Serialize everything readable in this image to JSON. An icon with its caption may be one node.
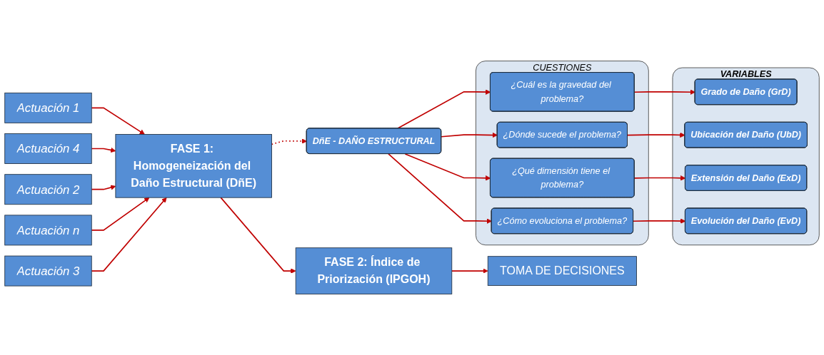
{
  "diagram": {
    "nodes": [
      {
        "text": [
          "Actuación 1"
        ]
      },
      {
        "text": [
          "Actuación 2"
        ]
      },
      {
        "text": [
          "Actuación 3"
        ]
      },
      {
        "text": [
          "Actuación 4"
        ]
      },
      {
        "text": [
          "Actuación n"
        ]
      },
      {
        "text": [
          "FASE 1: Homogeneización del Daño Estructural (DñE)"
        ]
      },
      {
        "text": [
          "FASE 2: Índice de Priorización (IPGOH)"
        ]
      },
      {
        "text": [
          "TOMA DE DECISIONES"
        ]
      },
      {
        "text": [
          "DñE - DAÑO ESTRUCTURAL"
        ]
      },
      {
        "text": [
          "CUESTIONES"
        ]
      },
      {
        "text": [
          "¿Cuál es la gravedad del problema?"
        ],
        "in": 9
      },
      {
        "text": [
          "¿Dónde sucede el problema?"
        ],
        "in": 9
      },
      {
        "text": [
          "¿Qué dimensión tiene el problema?"
        ],
        "in": 9
      },
      {
        "text": [
          "¿Cómo evoluciona el problema?"
        ],
        "in": 9
      },
      {
        "text": [
          "VARIABLES"
        ]
      },
      {
        "text": [
          "Grado de Daño (GrD)"
        ],
        "in": 14
      },
      {
        "text": [
          "Ubicación del Daño (UbD)"
        ],
        "in": 14
      },
      {
        "text": [
          "Extensión del Daño (ExD)"
        ],
        "in": 14
      },
      {
        "text": [
          "Evolución del Daño (EvD)"
        ],
        "in": 14
      }
    ],
    "edges": [
      {
        "from": 0,
        "to": 5,
        "arrow": "to"
      },
      {
        "from": 3,
        "to": 5,
        "arrow": "to"
      },
      {
        "from": 1,
        "to": 5,
        "arrow": "to"
      },
      {
        "from": 4,
        "to": 5,
        "arrow": "to"
      },
      {
        "from": 2,
        "to": 5,
        "arrow": "to"
      },
      {
        "from": 5,
        "to": 6,
        "arrow": "to"
      },
      {
        "from": 6,
        "to": 7,
        "arrow": "to"
      },
      {
        "from": 5,
        "to": 8,
        "arrow": "to",
        "style": "dashed"
      },
      {
        "from": 8,
        "to": 10,
        "arrow": "to"
      },
      {
        "from": 8,
        "to": 11,
        "arrow": "to"
      },
      {
        "from": 8,
        "to": 12,
        "arrow": "to"
      },
      {
        "from": 8,
        "to": 13,
        "arrow": "to"
      },
      {
        "from": 10,
        "to": 15,
        "arrow": "to"
      },
      {
        "from": 11,
        "to": 16,
        "arrow": "to"
      },
      {
        "from": 12,
        "to": 17,
        "arrow": "to"
      },
      {
        "from": 13,
        "to": 18,
        "arrow": "to"
      }
    ]
  }
}
